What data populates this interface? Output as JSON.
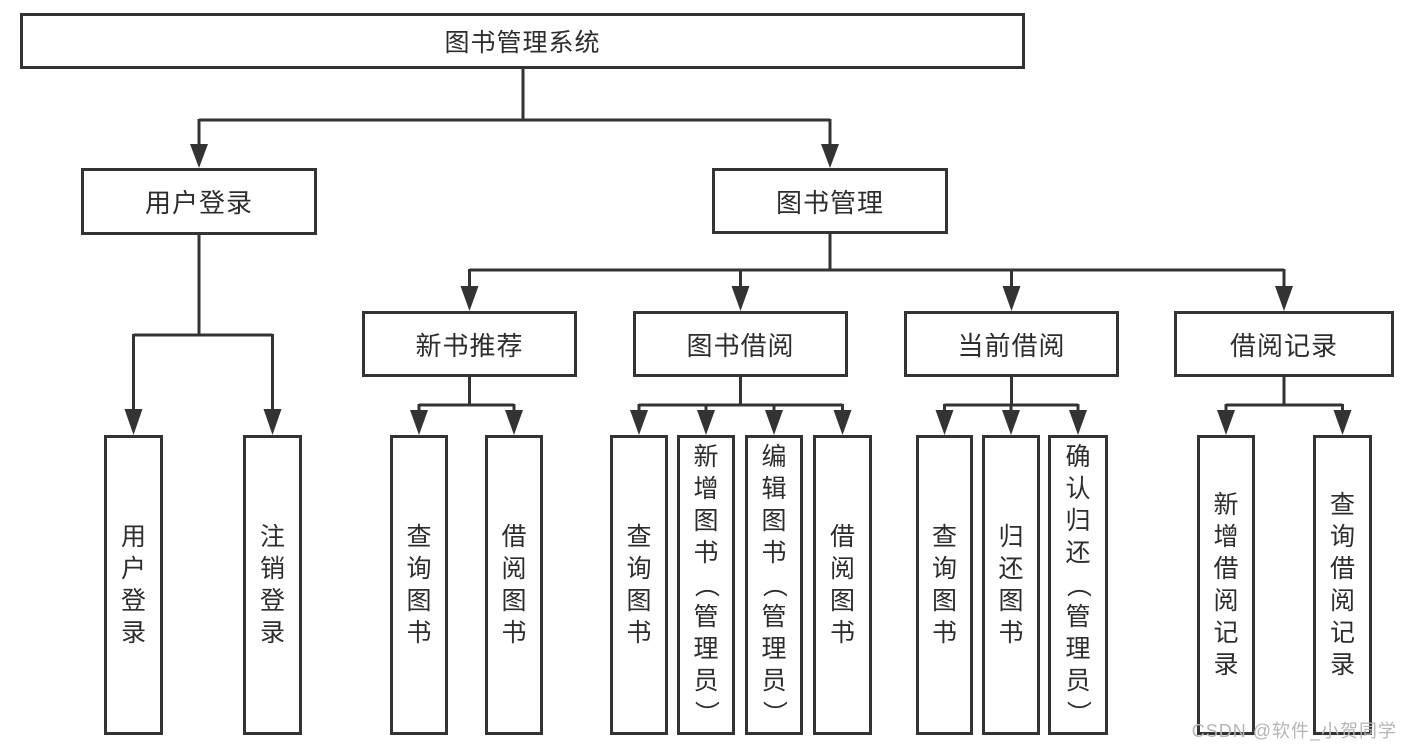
{
  "tree": {
    "root": "图书管理系统",
    "branches": [
      {
        "label": "用户登录",
        "children": [
          {
            "label": "用户登录"
          },
          {
            "label": "注销登录"
          }
        ]
      },
      {
        "label": "图书管理",
        "children": [
          {
            "label": "新书推荐",
            "children": [
              {
                "label": "查询图书"
              },
              {
                "label": "借阅图书"
              }
            ]
          },
          {
            "label": "图书借阅",
            "children": [
              {
                "label": "查询图书"
              },
              {
                "label": "新增图书（管理员）"
              },
              {
                "label": "编辑图书（管理员）"
              },
              {
                "label": "借阅图书"
              }
            ]
          },
          {
            "label": "当前借阅",
            "children": [
              {
                "label": "查询图书"
              },
              {
                "label": "归还图书"
              },
              {
                "label": "确认归还（管理员）"
              }
            ]
          },
          {
            "label": "借阅记录",
            "children": [
              {
                "label": "新增借阅记录"
              },
              {
                "label": "查询借阅记录"
              }
            ]
          }
        ]
      }
    ]
  },
  "watermark": "CSDN @软件_小贺同学",
  "colors": {
    "line": "#333333",
    "border": "#333333",
    "text": "#2d2d2d",
    "watermark": "#b5b5b5",
    "background": "#ffffff"
  }
}
